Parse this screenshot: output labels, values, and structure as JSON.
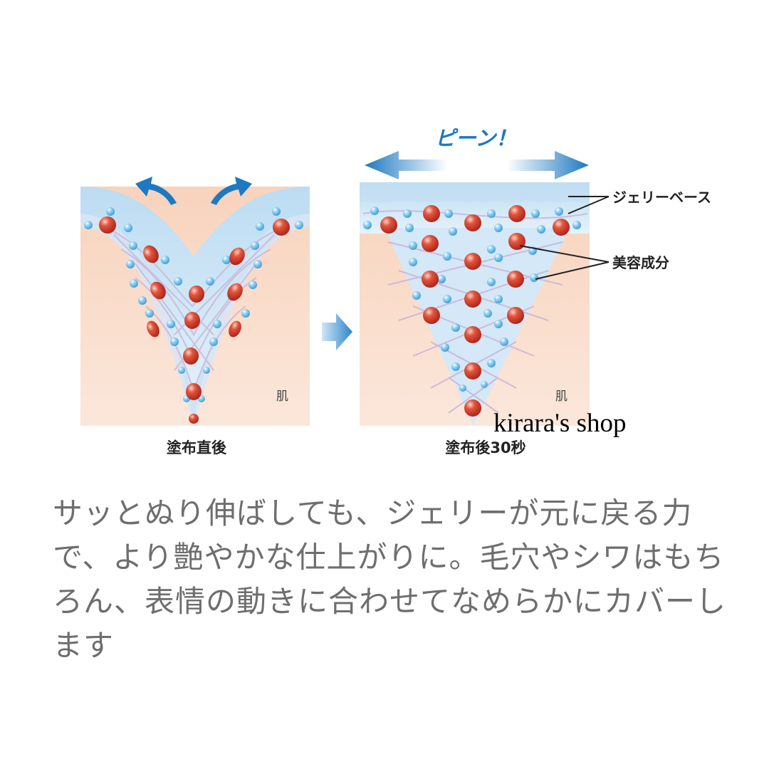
{
  "before": {
    "skin_label": "肌",
    "caption": "塗布直後"
  },
  "after": {
    "stretch_label": "ピーン！",
    "skin_label": "肌",
    "caption": "塗布後30秒"
  },
  "callouts": {
    "jelly_base": "ジェリーベース",
    "ingredients": "美容成分"
  },
  "watermark": "kirara's shop",
  "description": "サッとぬり伸ばしても、ジェリーが元に戻る力で、より艶やかな仕上がりに。毛穴やシワはもちろん、表情の動きに合わせてなめらかにカバーします",
  "colors": {
    "skin": "#f7d3bb",
    "jelly": "#cfe6f5",
    "ingredient_red": "#d8432e",
    "bubble_blue": "#6db8e6",
    "arrow_blue": "#1d79c2",
    "text_gray": "#6e6e6e"
  }
}
